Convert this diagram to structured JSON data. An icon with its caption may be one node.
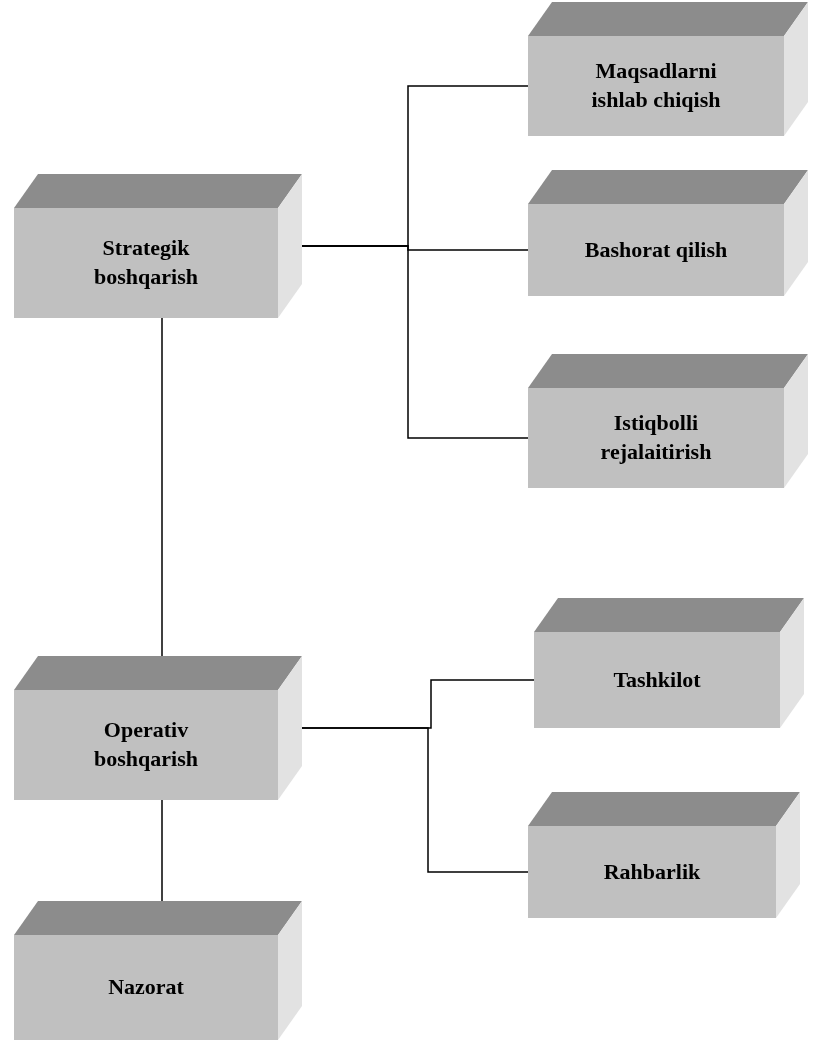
{
  "diagram": {
    "nodes": [
      {
        "text": [
          "Strategik boshqarish"
        ]
      },
      {
        "text": [
          "Maqsadlarni ishlab chiqish"
        ]
      },
      {
        "text": [
          "Bashorat qilish"
        ]
      },
      {
        "text": [
          "Istiqbolli rejalaitirish"
        ]
      },
      {
        "text": [
          "Operativ boshqarish"
        ]
      },
      {
        "text": [
          "Tashkilot"
        ]
      },
      {
        "text": [
          "Rahbarlik"
        ]
      },
      {
        "text": [
          "Nazorat"
        ]
      }
    ],
    "edges": [
      {
        "from": 0,
        "to": 1,
        "arrow": "none"
      },
      {
        "from": 0,
        "to": 2,
        "arrow": "none"
      },
      {
        "from": 0,
        "to": 3,
        "arrow": "none"
      },
      {
        "from": 0,
        "to": 4,
        "arrow": "none"
      },
      {
        "from": 4,
        "to": 5,
        "arrow": "none"
      },
      {
        "from": 4,
        "to": 6,
        "arrow": "none"
      },
      {
        "from": 4,
        "to": 7,
        "arrow": "none"
      }
    ]
  }
}
